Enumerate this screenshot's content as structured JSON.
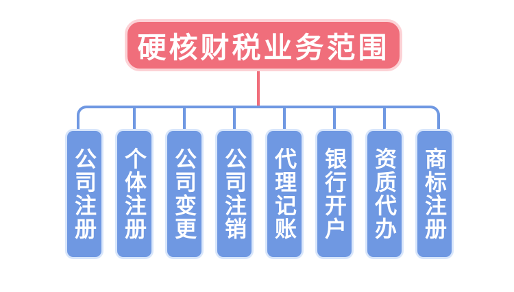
{
  "title": "硬核财税业务范围",
  "items": [
    "公司注册",
    "个体注册",
    "公司变更",
    "公司注销",
    "代理记账",
    "银行开户",
    "资质代办",
    "商标注册"
  ],
  "colors": {
    "title_bg": "#f06e7b",
    "title_border": "#fcd2d6",
    "item_bg": "#6f98e2",
    "item_border": "#d8e6fb",
    "connector": "#6f98e2"
  }
}
